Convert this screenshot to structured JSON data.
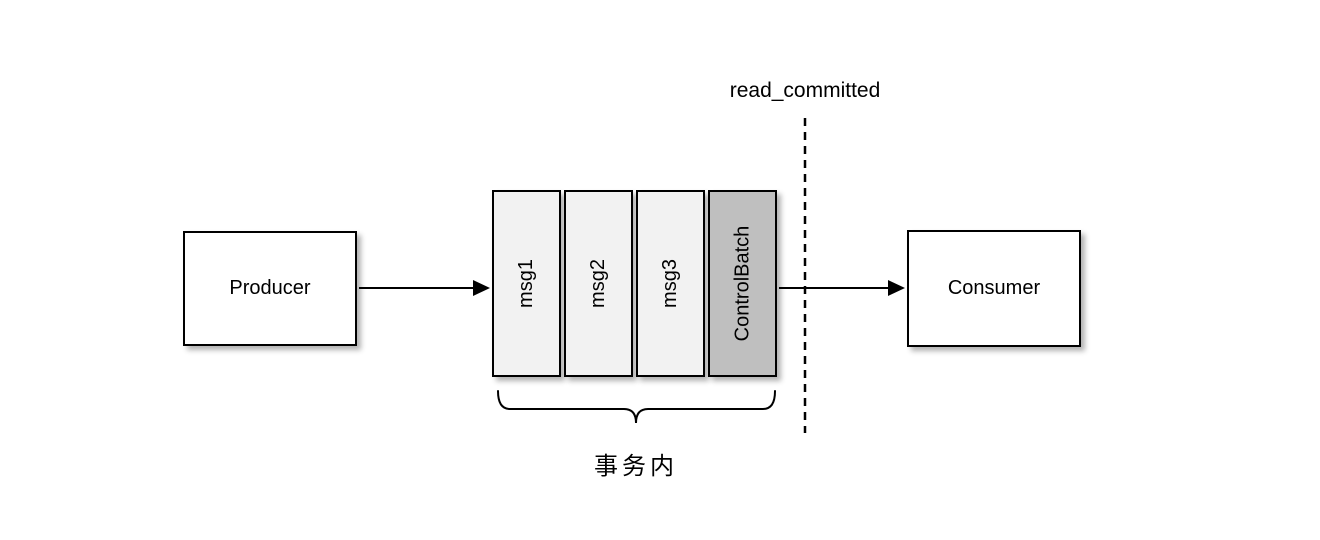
{
  "diagram": {
    "title_hint": "Kafka transaction read_committed flow",
    "producer": {
      "label": "Producer"
    },
    "consumer": {
      "label": "Consumer"
    },
    "messages": [
      {
        "label": "msg1",
        "fill": "#f2f2f2"
      },
      {
        "label": "msg2",
        "fill": "#f2f2f2"
      },
      {
        "label": "msg3",
        "fill": "#f2f2f2"
      },
      {
        "label": "ControlBatch",
        "fill": "#bfbfbf"
      }
    ],
    "barrier": {
      "label": "read_committed",
      "style": "dashed-vertical-line"
    },
    "brace": {
      "label": "事务内"
    },
    "colors": {
      "border": "#000000",
      "box_fill": "#ffffff",
      "msg_fill": "#f2f2f2",
      "control_batch_fill": "#bfbfbf",
      "line": "#000000",
      "background": "#ffffff"
    }
  }
}
